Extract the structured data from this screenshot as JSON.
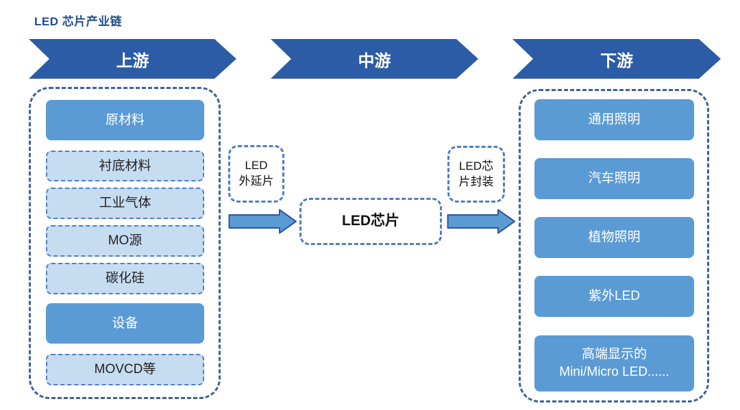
{
  "title": "LED 芯片产业链",
  "stages": [
    {
      "label": "上游"
    },
    {
      "label": "中游"
    },
    {
      "label": "下游"
    }
  ],
  "upstream": {
    "items": [
      {
        "label": "原材料"
      },
      {
        "label": "衬底材料"
      },
      {
        "label": "工业气体"
      },
      {
        "label": "MO源"
      },
      {
        "label": "碳化硅"
      },
      {
        "label": "设备"
      },
      {
        "label": "MOVCD等"
      }
    ]
  },
  "midstream": {
    "epitaxy": {
      "line1": "LED",
      "line2": "外延片"
    },
    "chip": {
      "label": "LED芯片"
    },
    "packaging": {
      "line1": "LED芯",
      "line2": "片封装"
    }
  },
  "downstream": {
    "items": [
      {
        "label": "通用照明"
      },
      {
        "label": "汽车照明"
      },
      {
        "label": "植物照明"
      },
      {
        "label": "紫外LED"
      },
      {
        "line1": "高端显示的",
        "line2": "Mini/Micro LED......"
      }
    ]
  },
  "colors": {
    "chevron": "#2d5ca6",
    "solid_box": "#5b9bd5",
    "light_box": "#c6dcf1",
    "dashed_border": "#3d5f9e",
    "arrow_fill": "#5b9bd5",
    "arrow_stroke": "#2f5597"
  }
}
